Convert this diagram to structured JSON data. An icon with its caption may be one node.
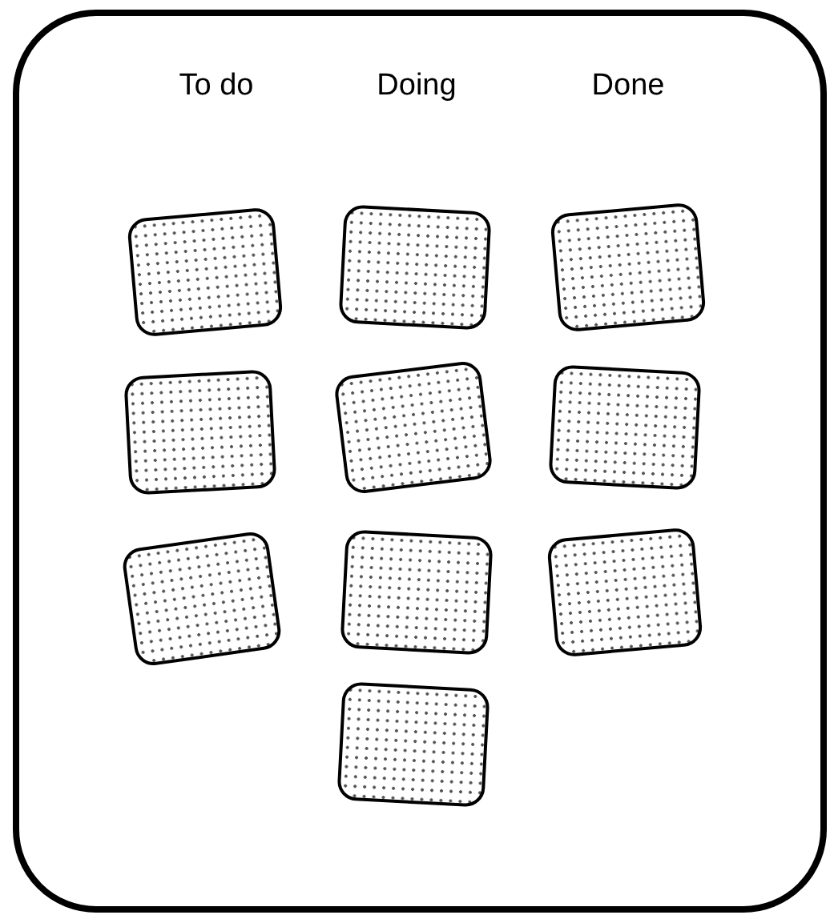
{
  "diagram": {
    "nodes": [
      {
        "text": [],
        "shape": "frame"
      },
      {
        "text": [],
        "shape": "box",
        "in": 0
      },
      {
        "text": [],
        "shape": "box",
        "in": 0
      },
      {
        "text": [],
        "shape": "box",
        "in": 0
      },
      {
        "text": [],
        "shape": "box",
        "in": 0
      },
      {
        "text": [],
        "shape": "box",
        "in": 0
      },
      {
        "text": [],
        "shape": "box",
        "in": 0
      },
      {
        "text": [],
        "shape": "box",
        "in": 0
      },
      {
        "text": [],
        "shape": "box",
        "in": 0
      },
      {
        "text": [],
        "shape": "box",
        "in": 0
      },
      {
        "text": [],
        "shape": "box",
        "in": 0
      }
    ],
    "edges": [],
    "labels": [
      "To do",
      "Doing",
      "Done"
    ]
  }
}
